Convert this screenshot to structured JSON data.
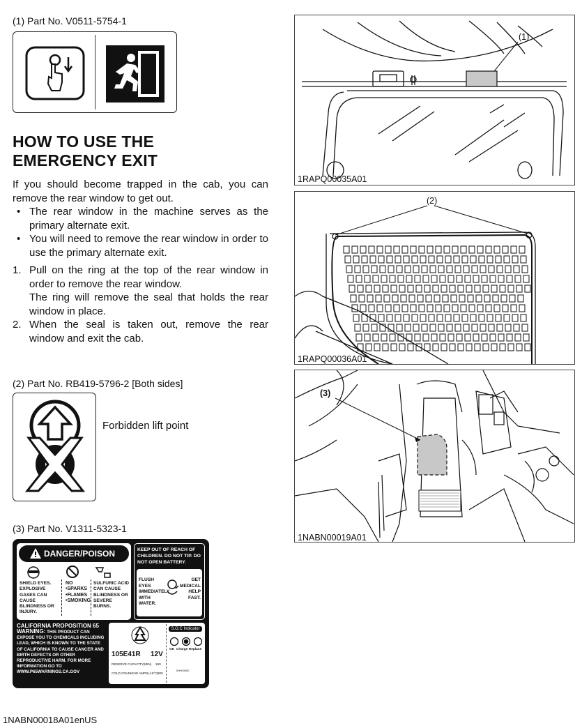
{
  "label1": {
    "caption": "(1) Part No. V0511-5754-1"
  },
  "heading": {
    "line1": "HOW TO USE THE",
    "line2": "EMERGENCY EXIT"
  },
  "intro": "If you should become trapped in the cab, you can remove the rear window to get out.",
  "bullets": [
    "The rear window in the machine serves as the primary alternate exit.",
    "You will need to remove the rear window in order to use the primary alternate exit."
  ],
  "steps": [
    {
      "num": "1.",
      "text": "Pull on the ring at the top of the rear window in order to remove the rear window.",
      "text2": "The ring will remove the seal that holds the rear window in place."
    },
    {
      "num": "2.",
      "text": "When the seal is taken out, remove the rear window and exit the cab."
    }
  ],
  "label2": {
    "caption": "(2) Part No. RB419-5796-2 [Both sides]",
    "text": "Forbidden lift point"
  },
  "label3": {
    "caption": "(3) Part No. V1311-5323-1",
    "danger_title": "DANGER/POISON",
    "keep_out": "KEEP OUT OF REACH OF CHILDREN. DO NOT TIP.  DO NOT OPEN BATTERY.",
    "shield": "SHIELD EYES. EXPLOSIVE GASES CAN CAUSE BLINDNESS OR INJURY.",
    "no": "NO",
    "no_items": [
      "•SPARKS",
      "•FLAMES",
      "•SMOKING"
    ],
    "acid": "SULFURIC ACID CAN CAUSE BLINDNESS OR SEVERE BURNS.",
    "flush": "FLUSH EYES IMMEDIATELY WITH WATER.",
    "medical": "GET MEDICAL HELP FAST.",
    "prop65_title": "CALIFORNIA PROPOSITION 65",
    "prop65_warning": "WARNING:",
    "prop65_text": "THIS PRODUCT CAN EXPOSE YOU TO CHEMICALS INCLUDING LEAD, WHICH IS KNOWN TO THE STATE OF CALIFORNIA TO CAUSE CANCER AND BIRTH DEFECTS OR OTHER REPRODUCTIVE HARM. FOR MORE INFORMATION GO TO WWW.P65WARNINGS.CA.GOV",
    "model": "105E41R",
    "voltage": "12V",
    "reserve": "RESERVE CAPACITY(MIN)",
    "reserve_val": "160",
    "cca": "COLD CRANKING AMPS(-18°C)",
    "cca_val": "800",
    "soc": "S.O.C Indicator",
    "soc_labels": [
      "OK",
      "Charge",
      "Replace"
    ],
    "code": "0H000000"
  },
  "figures": [
    {
      "code": "1RAPQ00035A01",
      "callout": "(1)"
    },
    {
      "code": "1RAPQ00036A01",
      "callout": "(2)"
    },
    {
      "code": "1NABN00019A01",
      "callout": "(3)"
    }
  ],
  "footer": "1NABN00018A01enUS"
}
